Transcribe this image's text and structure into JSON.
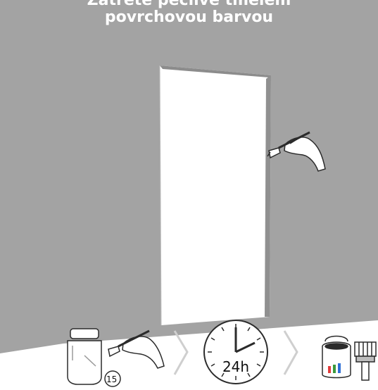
{
  "caption": {
    "line1": "Zatřete pečlivě tmelem",
    "line2": "povrchovou barvou"
  },
  "steps": {
    "jar_number": "15",
    "timer_label": "24h"
  },
  "colors": {
    "wall": "#a3a3a3",
    "wall_edge": "#8c8c8c",
    "door_opening": "#ffffff",
    "caption_text": "#ffffff",
    "icon_stroke": "#2b2b2b",
    "arrow": "#cfcfcf"
  },
  "icons": [
    "hand-brush-icon",
    "jar-icon",
    "chevron-right-icon",
    "clock-icon",
    "paint-can-icon",
    "paint-brush-icon"
  ]
}
